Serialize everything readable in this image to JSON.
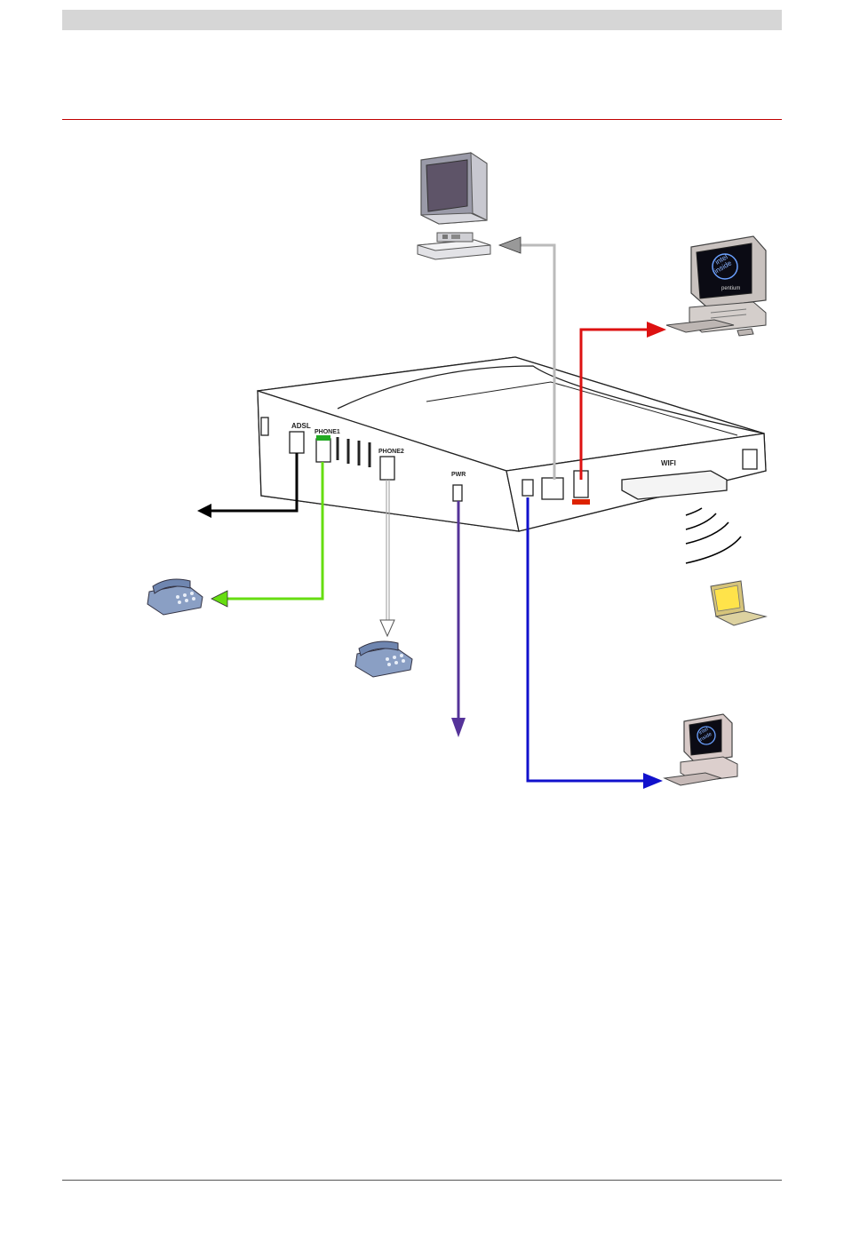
{
  "colors": {
    "header_bar": "#d6d6d6",
    "header_rule": "#c00000",
    "footer_rule": "#555555",
    "line_adsl": "#000000",
    "line_phone1": "#66dd11",
    "line_phone2": "#aaaaaa",
    "line_pwr": "#553399",
    "line_ethernet_tv": "#bbbbbb",
    "line_usb": "#dd1111",
    "line_ethernet_pc": "#1111cc",
    "port_highlight_green": "#22aa22",
    "port_highlight_red": "#dd2200"
  },
  "modem": {
    "port_labels": {
      "adsl": "ADSL",
      "phone1": "PHONE1",
      "phone2": "PHONE2",
      "pwr": "PWR",
      "wifi": "WIFI"
    }
  },
  "devices": {
    "desktop_pc_top": {
      "icon": "desktop-pc-icon",
      "badge_line1": "intel",
      "badge_line2": "inside",
      "brand": "pentium"
    },
    "desktop_pc_bottom": {
      "icon": "desktop-pc-icon",
      "badge_line1": "intel",
      "badge_line2": "inside"
    },
    "tv": {
      "icon": "tv-icon"
    },
    "set_top_box": {
      "icon": "set-top-box-icon"
    },
    "phone_left": {
      "icon": "telephone-icon"
    },
    "phone_center": {
      "icon": "telephone-icon"
    },
    "laptop": {
      "icon": "laptop-icon"
    },
    "wifi_waves": {
      "icon": "wifi-waves-icon"
    }
  }
}
